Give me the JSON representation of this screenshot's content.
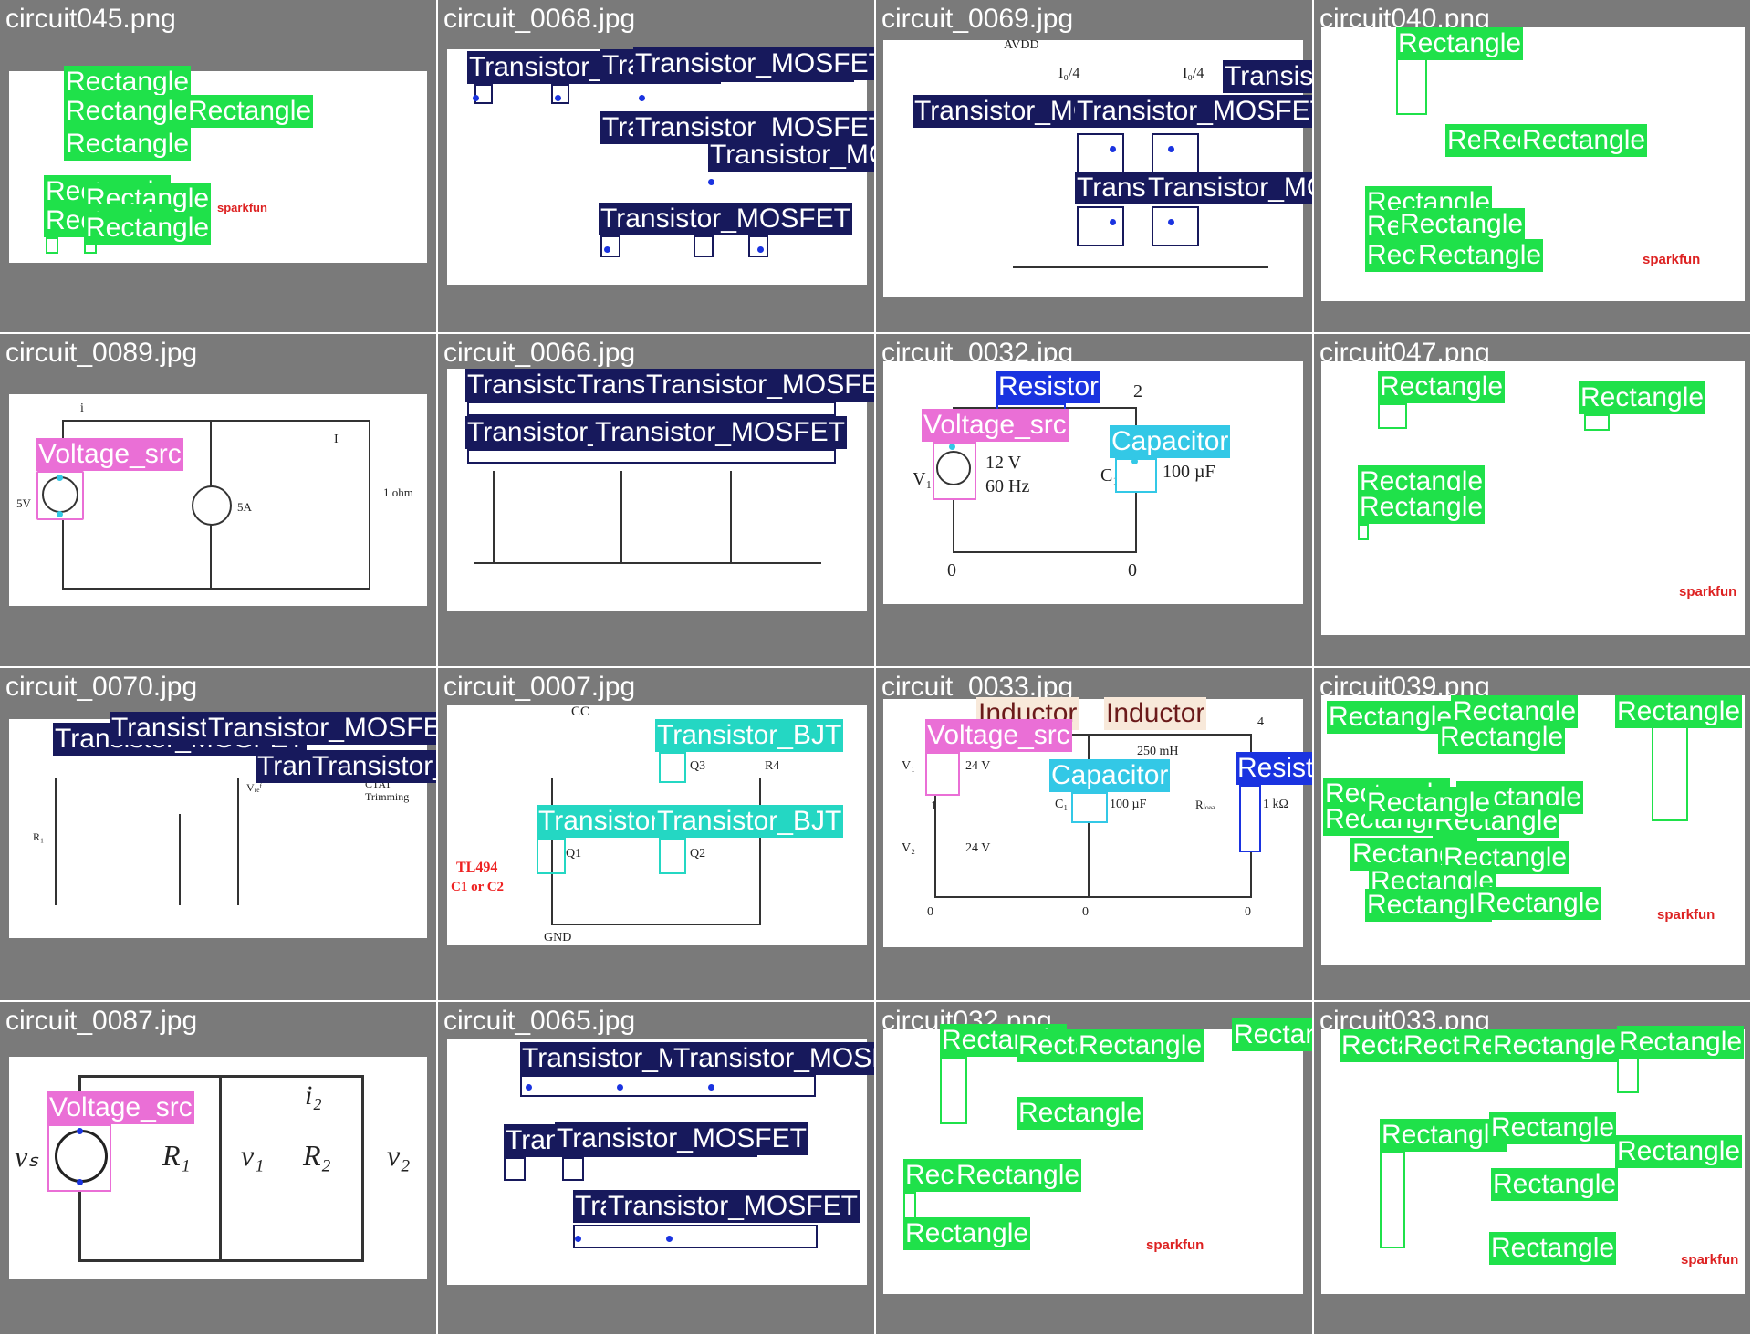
{
  "tiles": [
    {
      "filename": "circuit045.png"
    },
    {
      "filename": "circuit_0068.jpg"
    },
    {
      "filename": "circuit_0069.jpg"
    },
    {
      "filename": "circuit040.png"
    },
    {
      "filename": "circuit_0089.jpg"
    },
    {
      "filename": "circuit_0066.jpg"
    },
    {
      "filename": "circuit_0032.jpg"
    },
    {
      "filename": "circuit047.png"
    },
    {
      "filename": "circuit_0070.jpg"
    },
    {
      "filename": "circuit_0007.jpg"
    },
    {
      "filename": "circuit_0033.jpg"
    },
    {
      "filename": "circuit039.png"
    },
    {
      "filename": "circuit_0087.jpg"
    },
    {
      "filename": "circuit_0065.jpg"
    },
    {
      "filename": "circuit032.png"
    },
    {
      "filename": "circuit033.png"
    }
  ],
  "labels": {
    "rect": "Rectangle",
    "mos": "Transistor_MOSFET",
    "volt": "Voltage_src",
    "cap": "Capacitor",
    "res": "Resistor",
    "bjt": "Transistor_BJT",
    "ind": "Inductor"
  },
  "schematic_text": {
    "t0089": {
      "v": "5V",
      "i": "5A",
      "r": "1 ohm",
      "cur": "i",
      "I": "I"
    },
    "t0032": {
      "v1": "V₁",
      "v1val": "12 V",
      "v1freq": "60 Hz",
      "c1": "C₁",
      "c1val": "100 µF",
      "n2": "2",
      "n0a": "0",
      "n0b": "0"
    },
    "t0033": {
      "v1": "V₁",
      "v1val": "24 V",
      "v2": "V₂",
      "v2val": "24 V",
      "c1": "C₁",
      "c1val": "100 µF",
      "ind": "250 mH",
      "rload": "Rₗₒₐₔ",
      "rval": "1 kΩ",
      "n4": "4",
      "n0a": "0",
      "n0b": "0",
      "n0c": "0",
      "n1": "1"
    },
    "t0087": {
      "vs": "vₛ",
      "r1": "R₁",
      "v1": "v₁",
      "r2": "R₂",
      "v2": "v₂",
      "i2": "i₂"
    },
    "t0007": {
      "q1": "Q1",
      "q2": "Q2",
      "q3": "Q3",
      "r4": "R4",
      "gnd": "GND",
      "tl": "TL494",
      "c1c2": "C1 or C2",
      "cc": "CC"
    },
    "t0070": {
      "ctat": "CTAT",
      "trim": "Trimming",
      "r1": "R₁",
      "vref": "Vᵣₑᶠ"
    },
    "t0069": {
      "avdd": "AVDD",
      "i04a": "I₀/4",
      "i04b": "I₀/4"
    },
    "brand": "sparkfun"
  }
}
